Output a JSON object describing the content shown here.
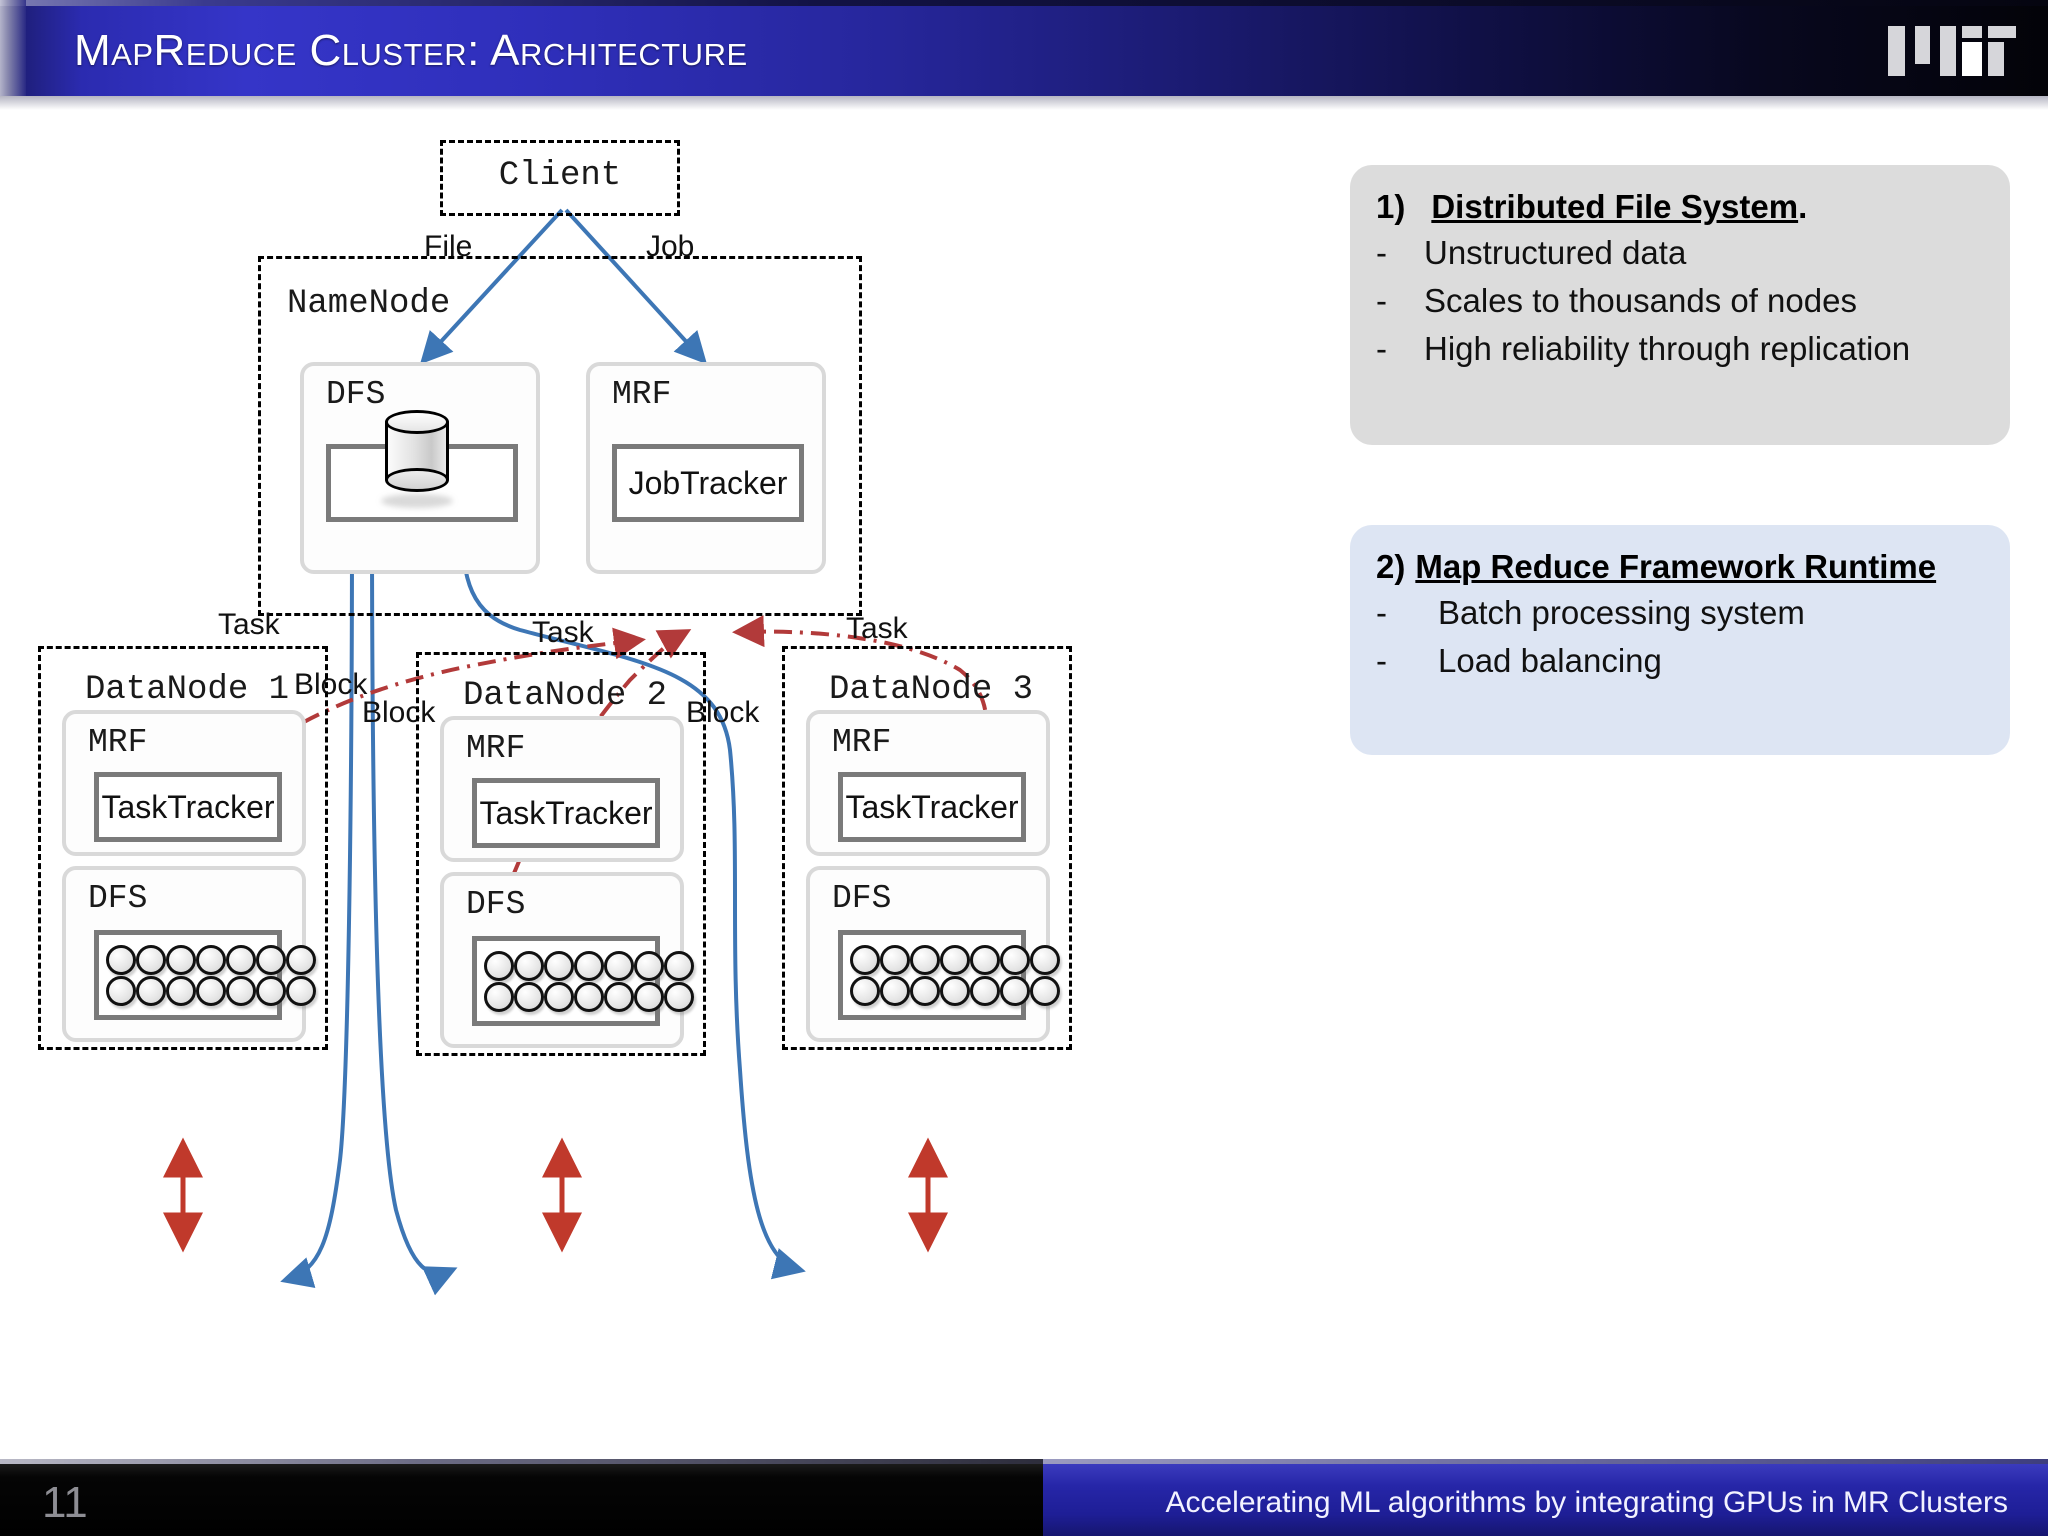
{
  "header": {
    "title": "MapReduce Cluster: Architecture",
    "logo_name": "mit-logo"
  },
  "footer": {
    "page_number": "11",
    "deck_title": "Accelerating ML algorithms by integrating GPUs in MR Clusters"
  },
  "callouts": [
    {
      "number": "1)",
      "heading": "Distributed File System",
      "heading_suffix": ".",
      "bullets": [
        {
          "marker": "-",
          "text": "Unstructured data"
        },
        {
          "marker": "-",
          "text": "Scales to thousands of nodes"
        },
        {
          "marker": "-",
          "text": "High reliability through replication"
        }
      ],
      "background": "#dcdcdc"
    },
    {
      "number": "2)",
      "heading": "Map Reduce Framework Runtime",
      "heading_suffix": "",
      "bullets": [
        {
          "marker": "-",
          "text": "Batch processing system"
        },
        {
          "marker": "-",
          "text": "Load balancing"
        }
      ],
      "background": "#dde5f3"
    }
  ],
  "diagram": {
    "client": {
      "label": "Client"
    },
    "namenode": {
      "label": "NameNode",
      "dfs": {
        "label": "DFS",
        "storage_icon": "database-cylinder-icon"
      },
      "mrf": {
        "label": "MRF",
        "jobtracker": "JobTracker"
      }
    },
    "datanodes": [
      {
        "label": "DataNode 1",
        "mrf_label": "MRF",
        "tasktracker": "TaskTracker",
        "dfs_label": "DFS",
        "block_columns": 7,
        "block_rows": 2
      },
      {
        "label": "DataNode 2",
        "mrf_label": "MRF",
        "tasktracker": "TaskTracker",
        "dfs_label": "DFS",
        "block_columns": 7,
        "block_rows": 2
      },
      {
        "label": "DataNode 3",
        "mrf_label": "MRF",
        "tasktracker": "TaskTracker",
        "dfs_label": "DFS",
        "block_columns": 7,
        "block_rows": 2
      }
    ],
    "edge_labels": {
      "file": "File",
      "job": "Job",
      "task_1": "Task",
      "task_2": "Task",
      "task_3": "Task",
      "block_1": "Block",
      "block_2": "Block",
      "block_3": "Block"
    },
    "colors": {
      "flow_blue": "#3d76b5",
      "task_red": "#b23a3a",
      "sync_red": "#c0392b",
      "box_grey": "#7a7a7a",
      "soft_grey": "#d9d9d9"
    }
  }
}
